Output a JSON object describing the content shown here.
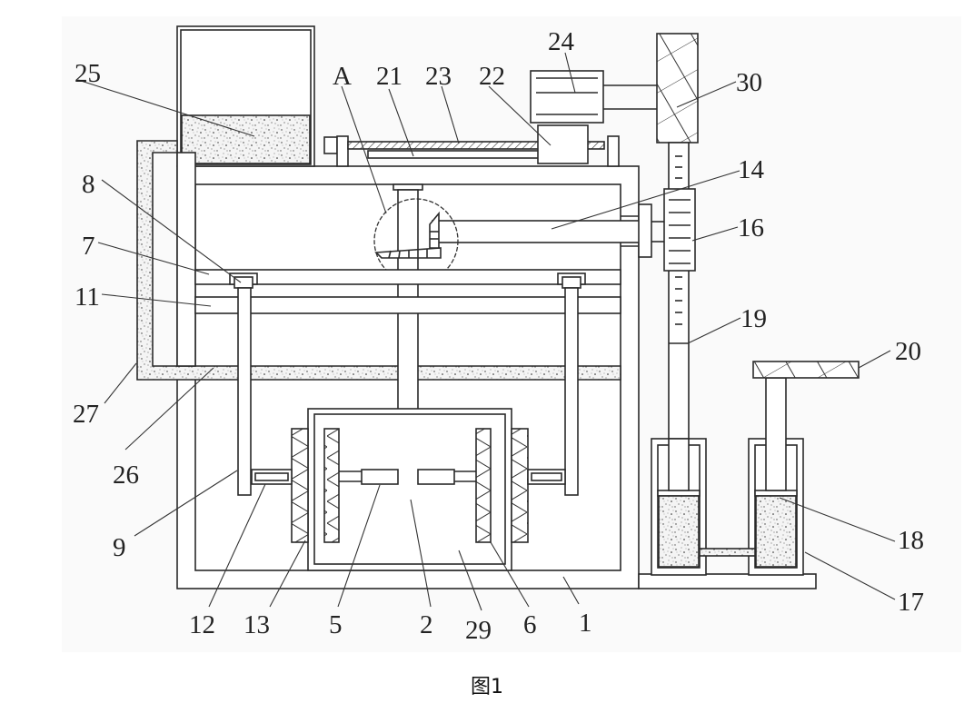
{
  "figure": {
    "caption": "图1",
    "panel_background": "#fafafa",
    "line_color": "#2a2a2a"
  },
  "labels": [
    {
      "id": "1",
      "text": "1"
    },
    {
      "id": "2",
      "text": "2"
    },
    {
      "id": "5",
      "text": "5"
    },
    {
      "id": "6",
      "text": "6"
    },
    {
      "id": "7",
      "text": "7"
    },
    {
      "id": "8",
      "text": "8"
    },
    {
      "id": "9",
      "text": "9"
    },
    {
      "id": "11",
      "text": "11"
    },
    {
      "id": "12",
      "text": "12"
    },
    {
      "id": "13",
      "text": "13"
    },
    {
      "id": "14",
      "text": "14"
    },
    {
      "id": "16",
      "text": "16"
    },
    {
      "id": "17",
      "text": "17"
    },
    {
      "id": "18",
      "text": "18"
    },
    {
      "id": "19",
      "text": "19"
    },
    {
      "id": "20",
      "text": "20"
    },
    {
      "id": "21",
      "text": "21"
    },
    {
      "id": "22",
      "text": "22"
    },
    {
      "id": "23",
      "text": "23"
    },
    {
      "id": "24",
      "text": "24"
    },
    {
      "id": "25",
      "text": "25"
    },
    {
      "id": "26",
      "text": "26"
    },
    {
      "id": "27",
      "text": "27"
    },
    {
      "id": "29",
      "text": "29"
    },
    {
      "id": "30",
      "text": "30"
    },
    {
      "id": "A",
      "text": "A"
    }
  ]
}
